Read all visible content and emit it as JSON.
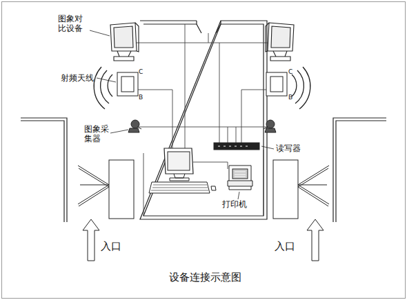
{
  "diagram": {
    "caption": "设备连接示意图",
    "labels": [
      "图象对比设备",
      "射频天线",
      "C",
      "B",
      "图象采集器",
      "读写器",
      "打印机",
      "C",
      "B",
      "入口",
      "入口"
    ]
  }
}
